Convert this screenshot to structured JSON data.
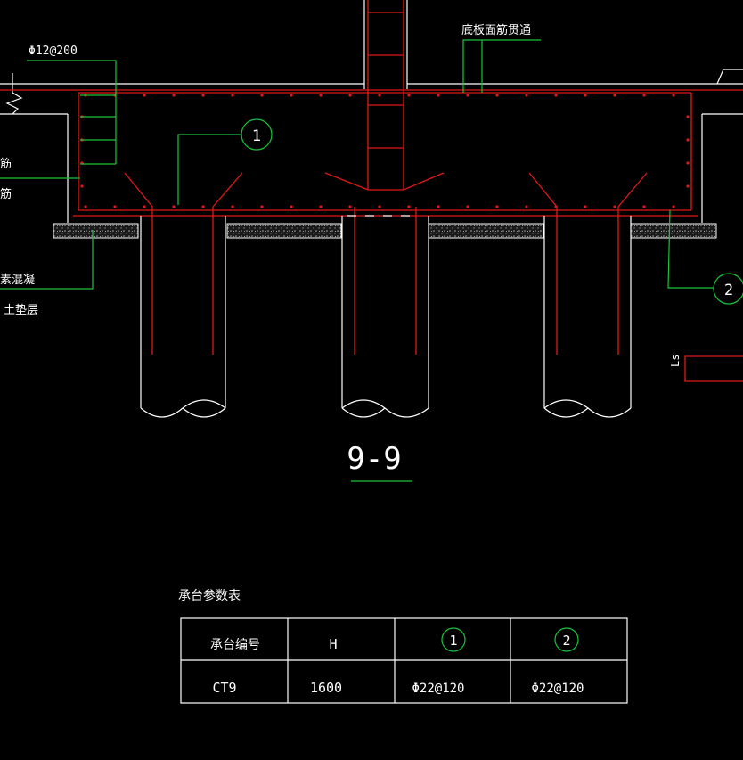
{
  "drawing": {
    "labels": {
      "rebar_top": "Φ12@200",
      "slab_through": "底板面筋贯通",
      "plain_concrete": "素混凝",
      "cushion": "土垫层",
      "left_partial_1": "筋",
      "left_partial_2": "筋",
      "ls": "Ls"
    },
    "callouts": [
      "1",
      "2"
    ],
    "section_title": "9-9"
  },
  "table": {
    "title": "承台参数表",
    "headers": [
      "承台编号",
      "H",
      "1",
      "2"
    ],
    "rows": [
      [
        "CT9",
        "1600",
        "Φ22@120",
        "Φ22@120"
      ]
    ]
  },
  "colors": {
    "background": "#000000",
    "rebar": "#e01818",
    "leader": "#19c43a",
    "outline": "#ffffff"
  }
}
